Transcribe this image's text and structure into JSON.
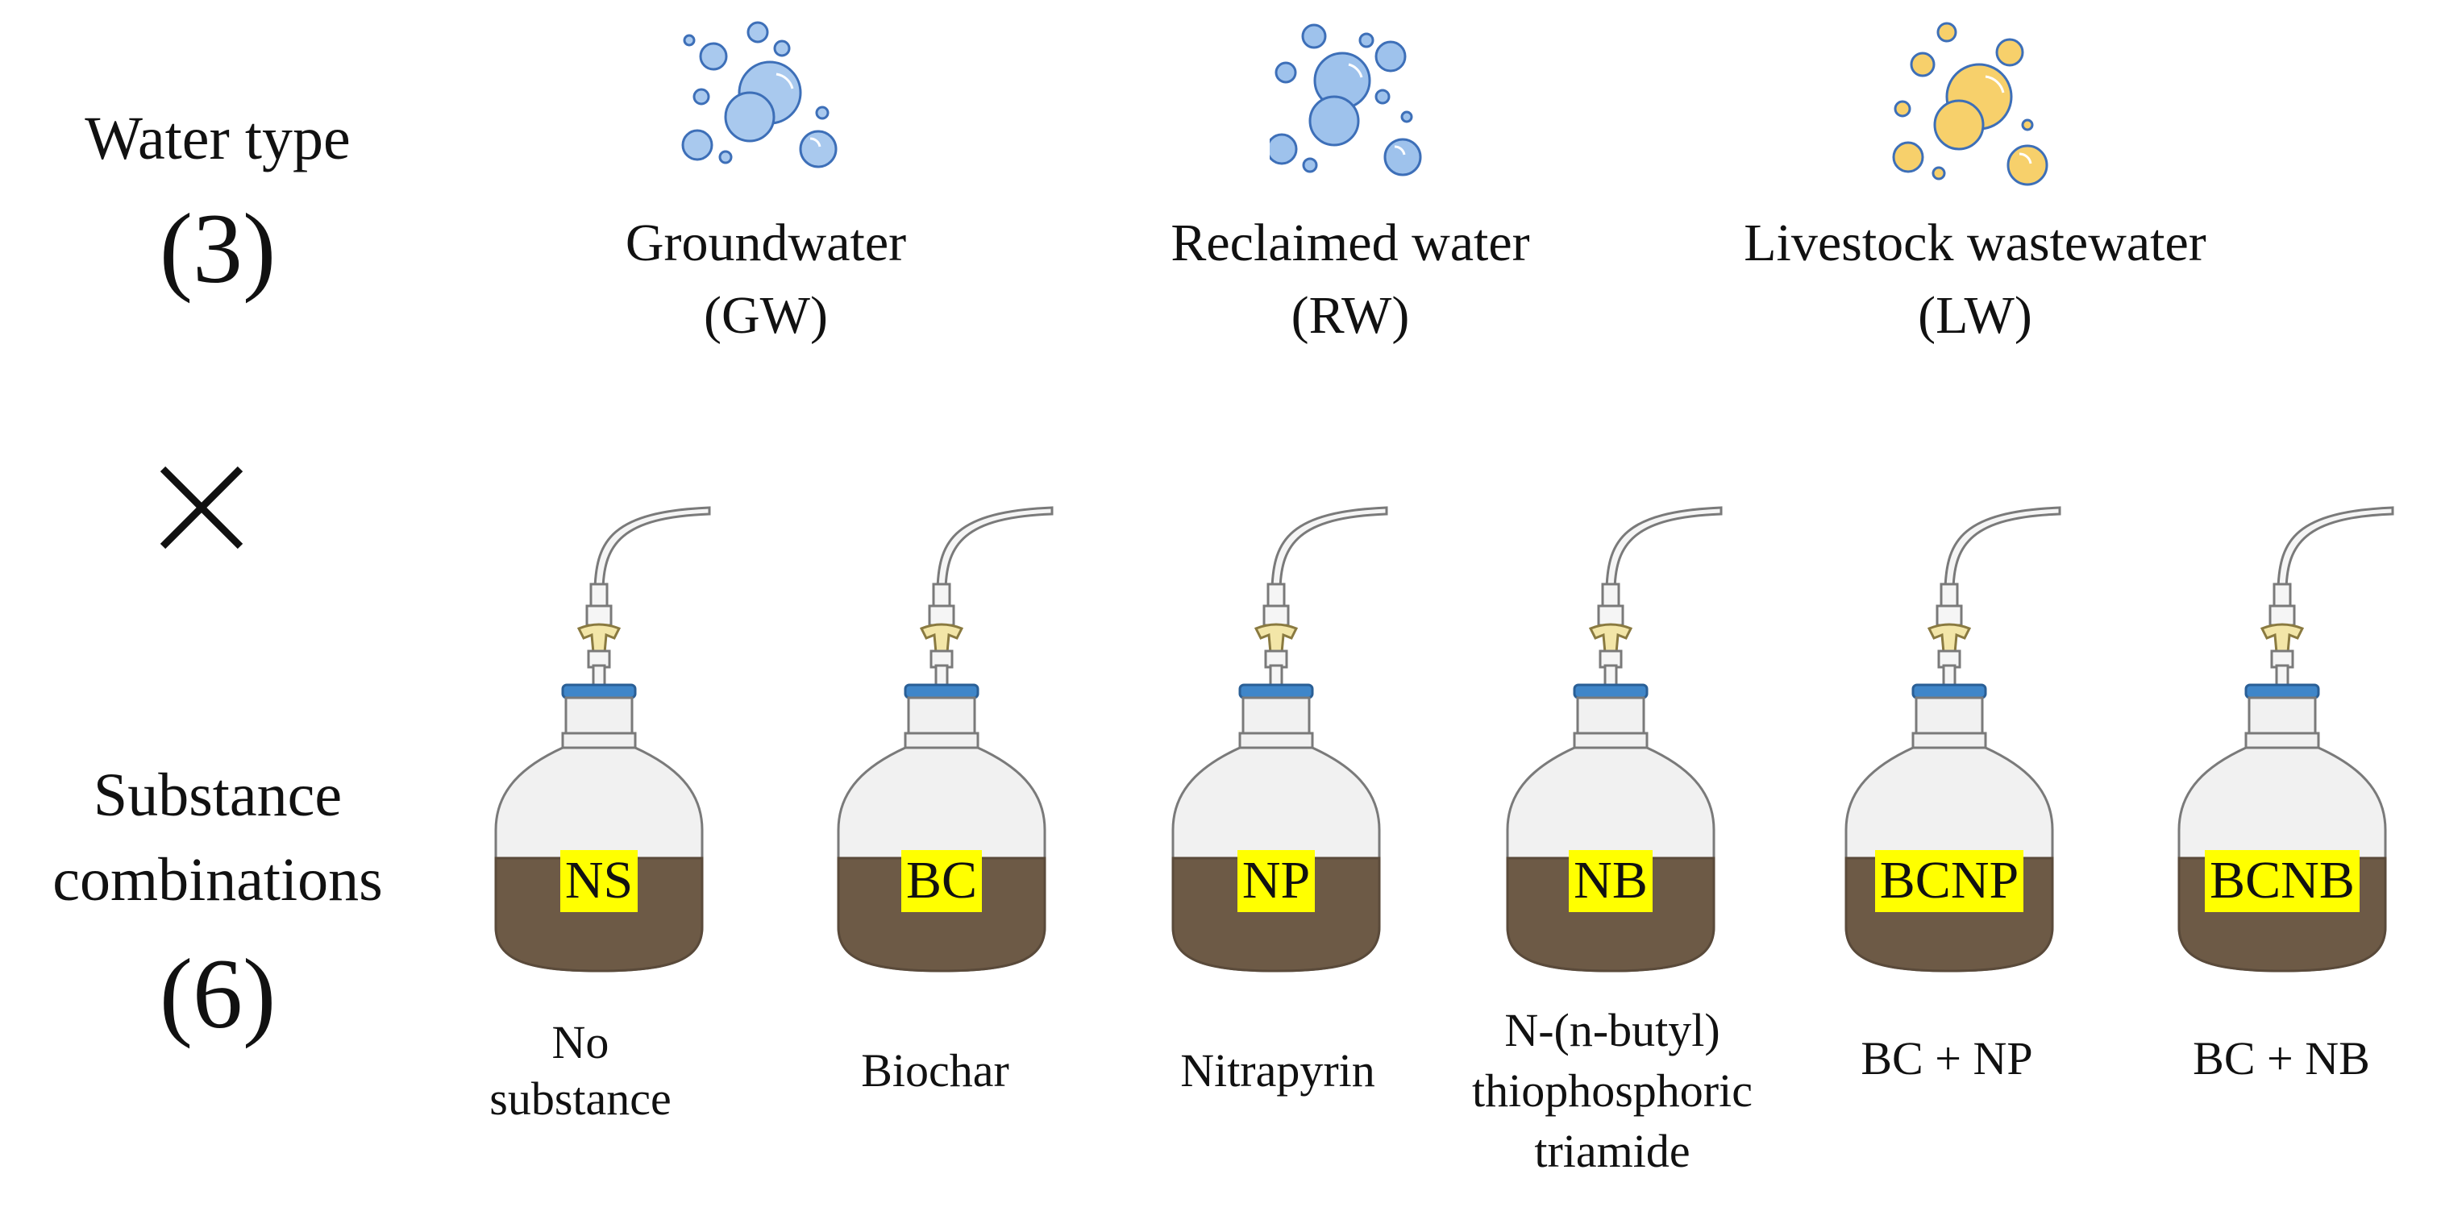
{
  "rows": {
    "water": {
      "label": "Water type",
      "count": "(3)"
    },
    "substance": {
      "label_line1": "Substance",
      "label_line2": "combinations",
      "count": "(6)"
    }
  },
  "operator": "×",
  "water_types": [
    {
      "name": "Groundwater",
      "abbr": "(GW)",
      "icon": "bubbles-icon",
      "color": "#a9c9ee",
      "stroke": "#3d6fb8"
    },
    {
      "name": "Reclaimed water",
      "abbr": "(RW)",
      "icon": "bubbles-icon",
      "color": "#9ec2ec",
      "stroke": "#3d6fb8"
    },
    {
      "name": "Livestock wastewater",
      "abbr": "(LW)",
      "icon": "bubbles-icon",
      "color": "#f7d06b",
      "stroke": "#3d6fb8"
    }
  ],
  "substances": [
    {
      "code": "NS",
      "lines": [
        "No",
        "substance",
        ""
      ]
    },
    {
      "code": "BC",
      "lines": [
        "Biochar",
        "",
        ""
      ]
    },
    {
      "code": "NP",
      "lines": [
        "Nitrapyrin",
        "",
        ""
      ]
    },
    {
      "code": "NB",
      "lines": [
        "N-(n-butyl)",
        "thiophosphoric",
        "triamide"
      ]
    },
    {
      "code": "BCNP",
      "lines": [
        "BC + NP",
        "",
        ""
      ]
    },
    {
      "code": "BCNB",
      "lines": [
        "BC + NB",
        "",
        ""
      ]
    }
  ],
  "colors": {
    "soil": "#6d5a46",
    "bottle_glass": "#f1f1f1",
    "cap_blue": "#3f86c9",
    "valve_yellow": "#f3e6a8",
    "highlight": "#ffff00"
  }
}
